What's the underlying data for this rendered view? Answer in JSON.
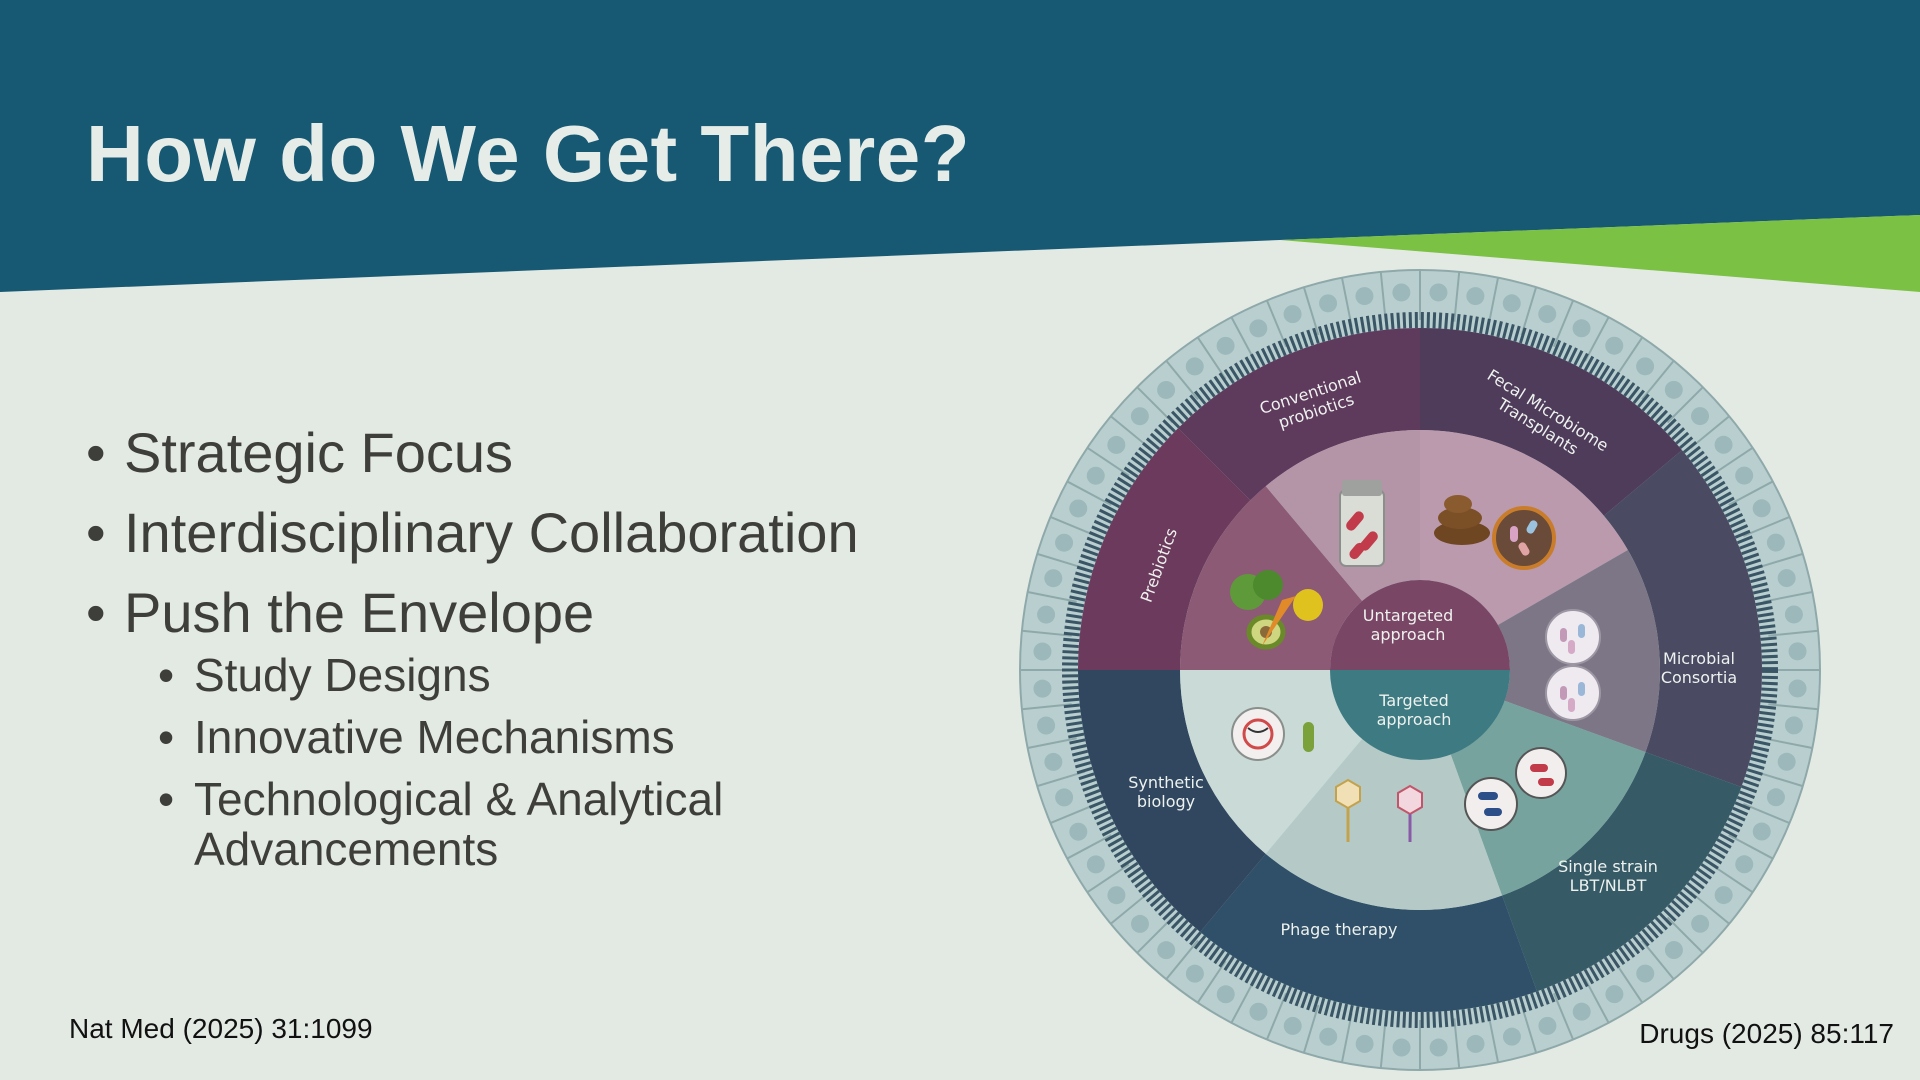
{
  "title": "How do We Get There?",
  "bullets": [
    {
      "text": "Strategic Focus"
    },
    {
      "text": "Interdisciplinary Collaboration"
    },
    {
      "text": "Push the Envelope"
    }
  ],
  "sub_bullets": [
    "Study Designs",
    "Innovative Mechanisms",
    "Technological & Analytical",
    "Advancements"
  ],
  "citations": {
    "left": "Nat Med (2025) 31:1099",
    "right": "Drugs (2025) 85:117"
  },
  "diagram": {
    "center_top": [
      "Untargeted",
      "approach"
    ],
    "center_bottom": [
      "Targeted",
      "approach"
    ],
    "segments": {
      "conventional_probiotics": [
        "Conventional",
        "probiotics"
      ],
      "fecal_microbiome_transplants": [
        "Fecal Microbiome",
        "Transplants"
      ],
      "prebiotics": "Prebiotics",
      "microbial_consortia": [
        "Microbial",
        "Consortia"
      ],
      "synthetic_biology": [
        "Synthetic",
        "biology"
      ],
      "single_strain": [
        "Single strain",
        "LBT/NLBT"
      ],
      "phage_therapy": "Phage therapy"
    }
  },
  "colors": {
    "header": "#175873",
    "accent_green": "#7bc143",
    "background": "#e3eae4",
    "title_text": "#e6ede8",
    "body_text": "#3e3f3b"
  }
}
